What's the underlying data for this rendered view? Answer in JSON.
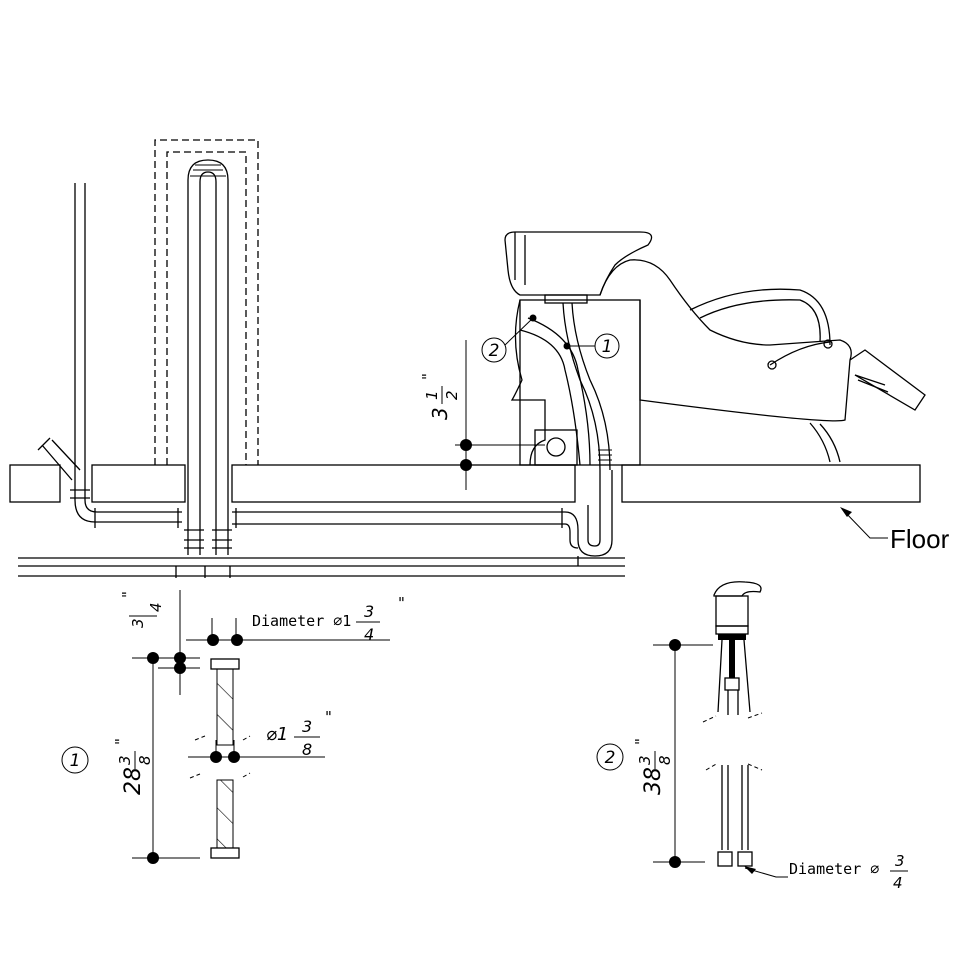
{
  "floor_label": "Floor",
  "callouts": {
    "one": "1",
    "two": "2"
  },
  "dims": {
    "vertical_3_half": {
      "whole": "3",
      "num": "1",
      "den": "2",
      "unit": "\""
    },
    "offset_3_4": {
      "num": "3",
      "den": "4",
      "unit": "\""
    },
    "drain_length": {
      "whole": "28",
      "num": "3",
      "den": "8",
      "unit": "\""
    },
    "drain_outer_diameter": {
      "prefix": "Diameter ⌀1",
      "num": "3",
      "den": "4",
      "unit": "\""
    },
    "drain_inner_diameter": {
      "prefix": "⌀1",
      "num": "3",
      "den": "8",
      "unit": "\""
    },
    "hose_length": {
      "whole": "38",
      "num": "3",
      "den": "8",
      "unit": "\""
    },
    "hose_diameter": {
      "prefix": "Diameter ⌀",
      "num": "3",
      "den": "4"
    }
  }
}
